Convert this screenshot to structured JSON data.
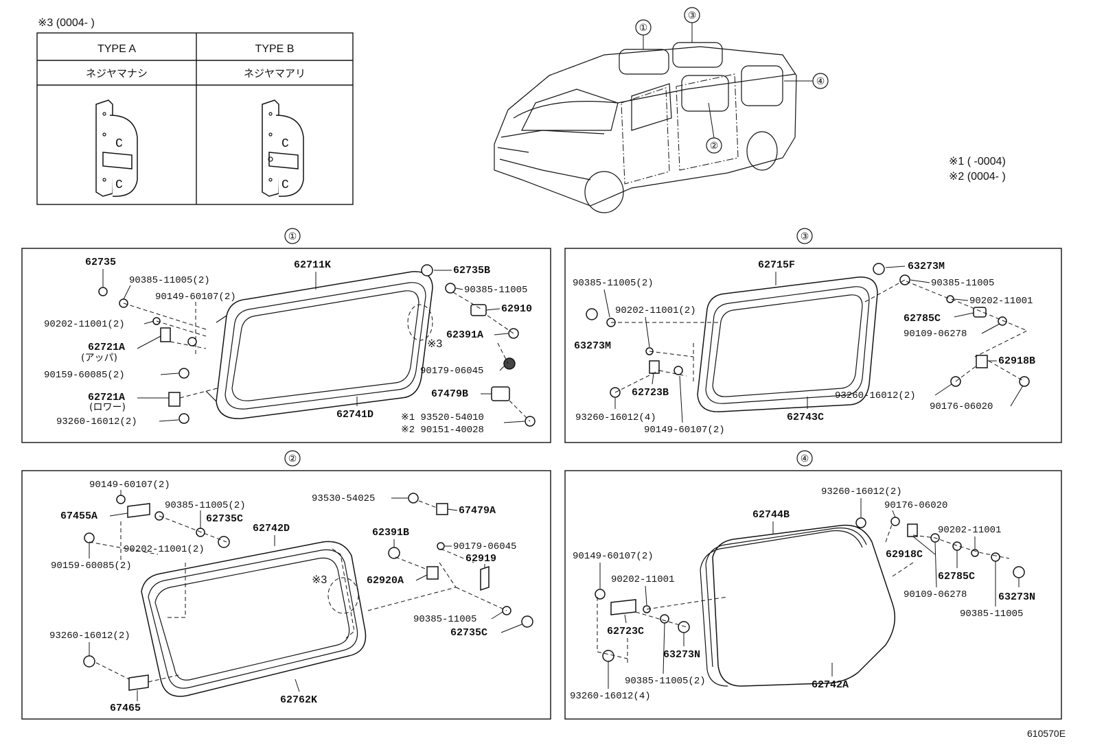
{
  "note_top": "※3 (0004-      )",
  "type_table": {
    "type_a": "TYPE A",
    "type_b": "TYPE B",
    "type_a_sub": "ネジヤマナシ",
    "type_b_sub": "ネジヤマアリ"
  },
  "legend": {
    "note1": "※1 (       -0004)",
    "note2": "※2 (0004-       )"
  },
  "van_callouts": [
    "①",
    "③",
    "④",
    "②"
  ],
  "panel1": {
    "title": "①",
    "labels": {
      "p62735": "62735",
      "p90385a": "90385-11005(2)",
      "p90149": "90149-60107(2)",
      "p90202": "90202-11001(2)",
      "p62721a_u": "62721A",
      "p_upper": "(アッパ)",
      "p90159": "90159-60085(2)",
      "p62721a_l": "62721A",
      "p_lower": "(ロワー)",
      "p93260": "93260-16012(2)",
      "p62711k": "62711K",
      "p62741d": "62741D",
      "p62735b": "62735B",
      "p90385b": "90385-11005",
      "p62910": "62910",
      "p62391a": "62391A",
      "p_note3": "※3",
      "p90179": "90179-06045",
      "p67479b": "67479B",
      "p93520": "※1 93520-54010",
      "p90151": "※2 90151-40028"
    }
  },
  "panel3": {
    "title": "③",
    "labels": {
      "p90385a": "90385-11005(2)",
      "p62715f": "62715F",
      "p90202": "90202-11001(2)",
      "p63273m_l": "63273M",
      "p62723b": "62723B",
      "p93260a": "93260-16012(4)",
      "p90149": "90149-60107(2)",
      "p62743c": "62743C",
      "p63273m_r": "63273M",
      "p90385b": "90385-11005",
      "p90202b": "90202-11001",
      "p62785c": "62785C",
      "p90109": "90109-06278",
      "p62918b": "62918B",
      "p93260b": "93260-16012(2)",
      "p90176": "90176-06020"
    }
  },
  "panel2": {
    "title": "②",
    "labels": {
      "p90149": "90149-60107(2)",
      "p67455a": "67455A",
      "p90385a": "90385-11005(2)",
      "p62735c_a": "62735C",
      "p62742d": "62742D",
      "p90202": "90202-11001(2)",
      "p90159": "90159-60085(2)",
      "p93530": "93530-54025",
      "p67479a": "67479A",
      "p62391b": "62391B",
      "p90179": "90179-06045",
      "p62919": "62919",
      "p62920a": "62920A",
      "p_note3": "※3",
      "p90385b": "90385-11005",
      "p62735c_b": "62735C",
      "p93260": "93260-16012(2)",
      "p67465": "67465",
      "p62762k": "62762K"
    }
  },
  "panel4": {
    "title": "④",
    "labels": {
      "p93260a": "93260-16012(2)",
      "p90176": "90176-06020",
      "p62744b": "62744B",
      "p90202a": "90202-11001",
      "p62918c": "62918C",
      "p62785c": "62785C",
      "p63273n_r": "63273N",
      "p90109": "90109-06278",
      "p90385a": "90385-11005",
      "p90149": "90149-60107(2)",
      "p90202b": "90202-11001",
      "p62723c": "62723C",
      "p63273n_l": "63273N",
      "p90385b": "90385-11005(2)",
      "p93260b": "93260-16012(4)",
      "p62742a": "62742A"
    }
  },
  "diagram_code": "610570E"
}
